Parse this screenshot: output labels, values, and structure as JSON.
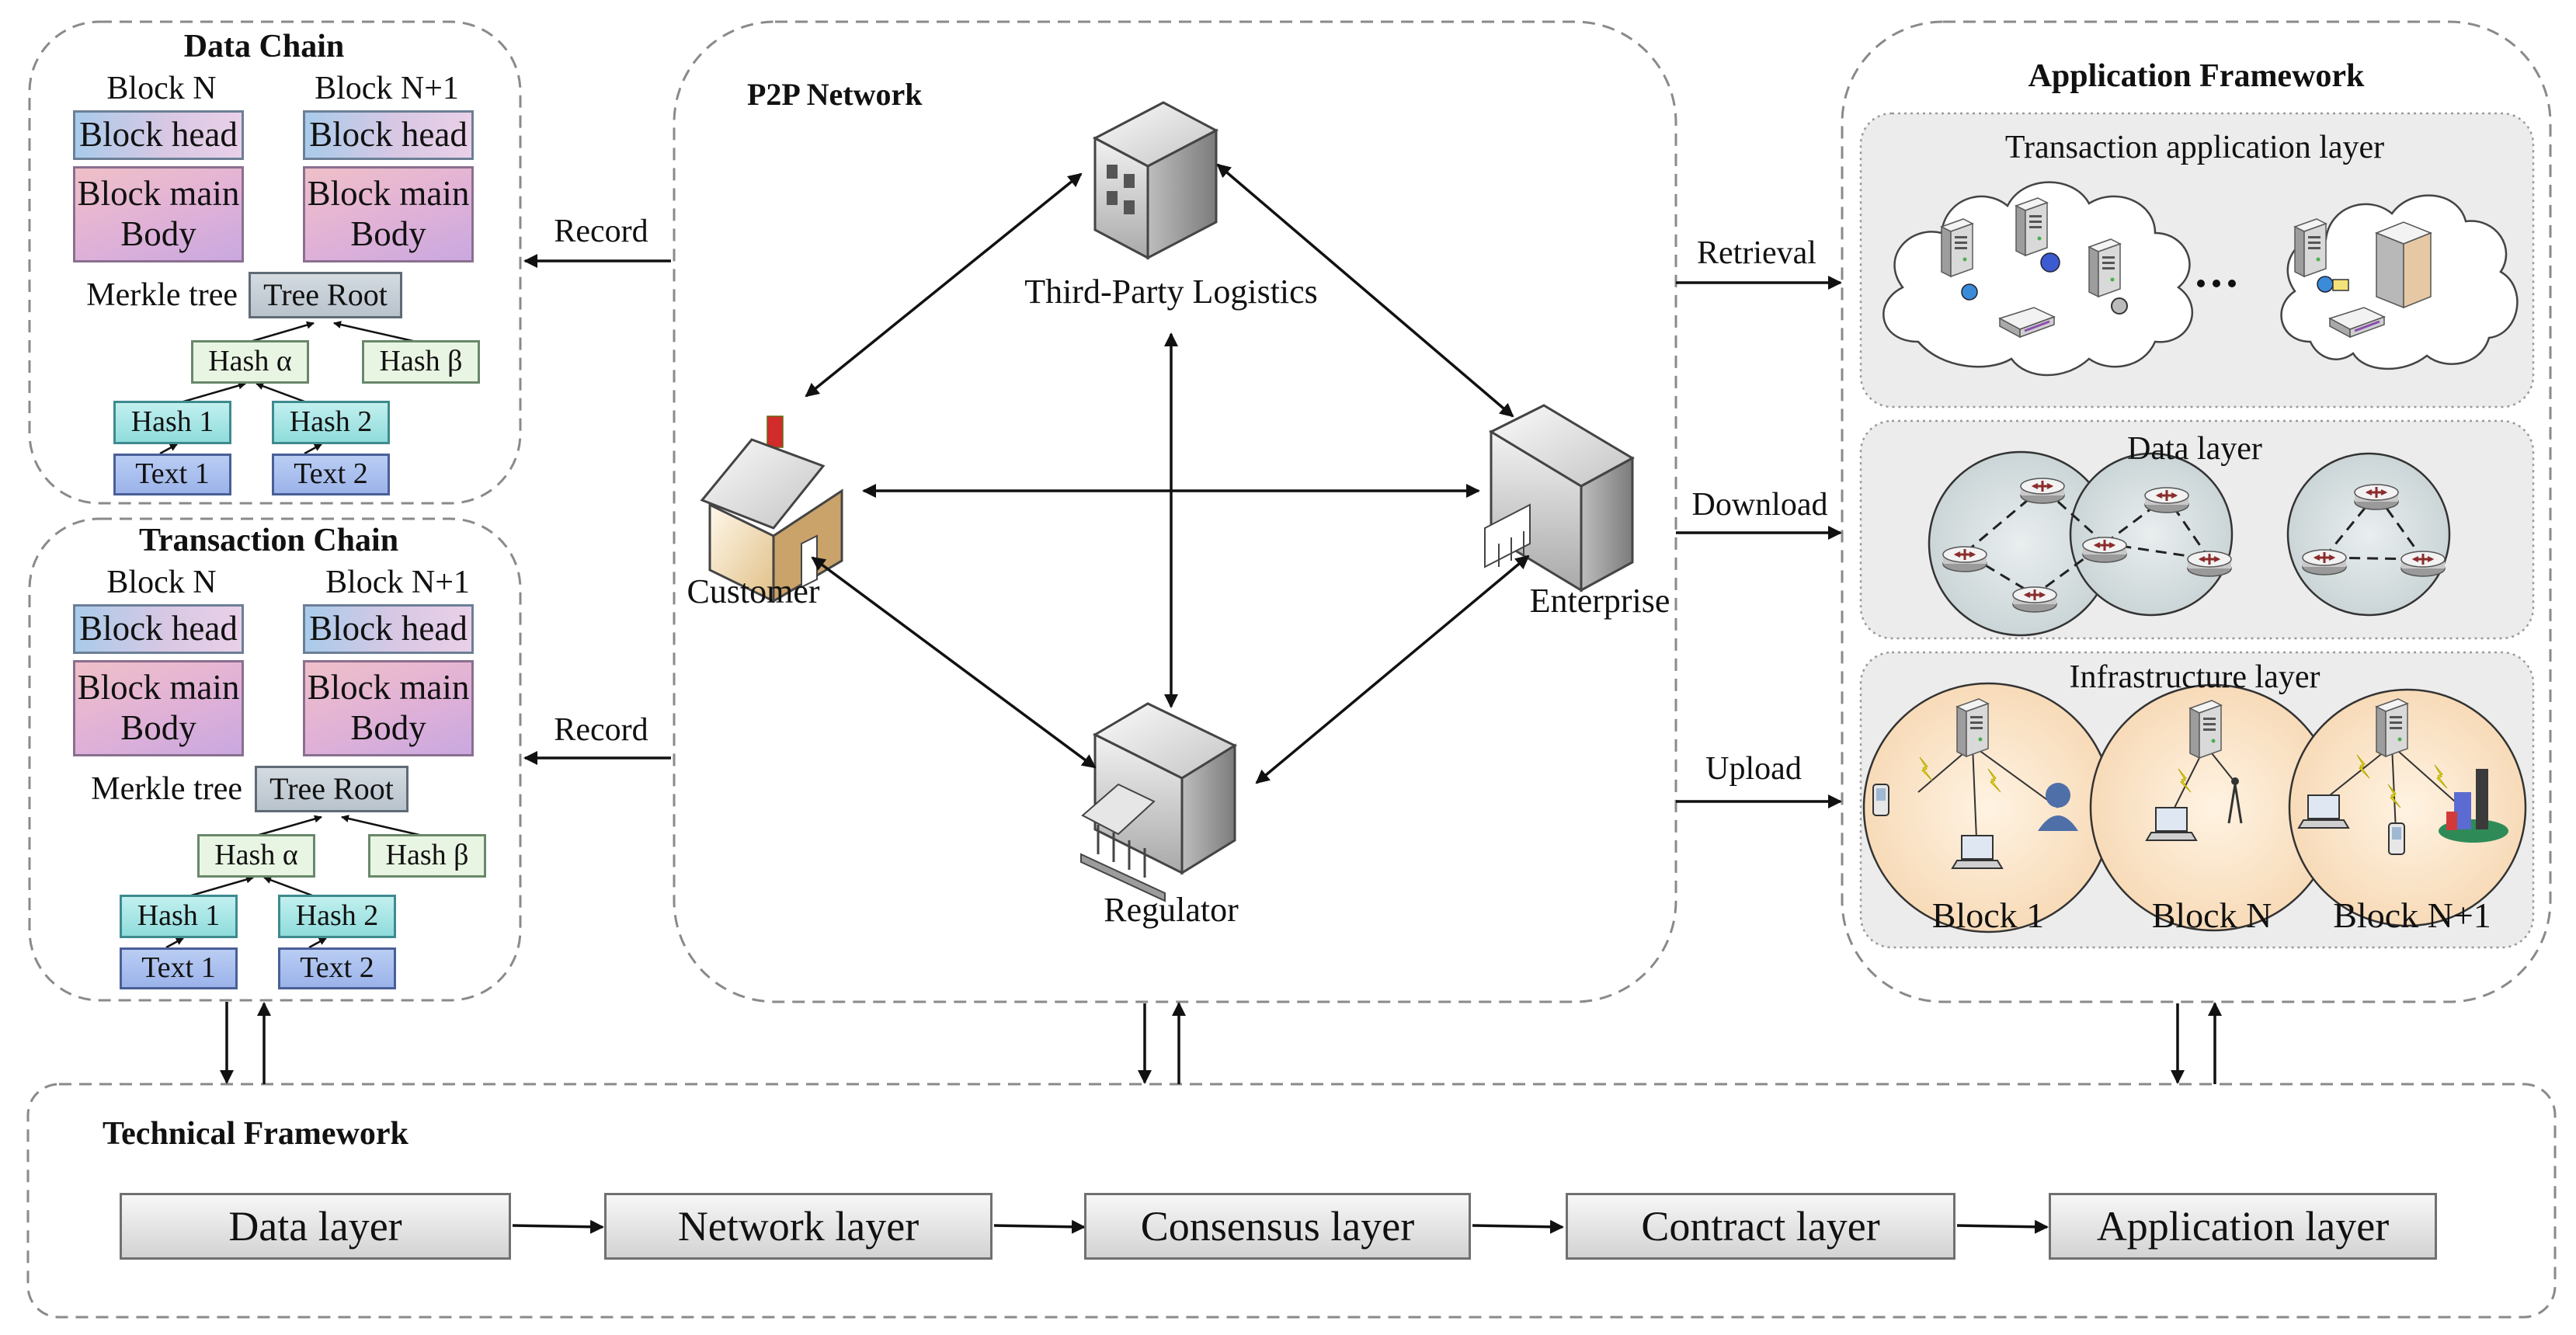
{
  "data_chain": {
    "title": "Data Chain",
    "block_n": "Block N",
    "block_n1": "Block N+1",
    "block_head": "Block head",
    "block_main": "Block main",
    "body": "Body",
    "merkle_tree": "Merkle tree",
    "tree_root": "Tree Root",
    "hash_alpha": "Hash α",
    "hash_beta": "Hash β",
    "hash_1": "Hash 1",
    "hash_2": "Hash 2",
    "text_1": "Text 1",
    "text_2": "Text 2"
  },
  "transaction_chain": {
    "title": "Transaction Chain",
    "block_n": "Block N",
    "block_n1": "Block N+1",
    "block_head": "Block head",
    "block_main": "Block main",
    "body": "Body",
    "merkle_tree": "Merkle tree",
    "tree_root": "Tree Root",
    "hash_alpha": "Hash α",
    "hash_beta": "Hash β",
    "hash_1": "Hash 1",
    "hash_2": "Hash 2",
    "text_1": "Text 1",
    "text_2": "Text 2"
  },
  "record_top": "Record",
  "record_bottom": "Record",
  "p2p": {
    "title": "P2P Network",
    "third_party": "Third-Party Logistics",
    "customer": "Customer",
    "enterprise": "Enterprise",
    "regulator": "Regulator"
  },
  "retrieval": "Retrieval",
  "download": "Download",
  "upload": "Upload",
  "app_framework": {
    "title": "Application Framework",
    "transaction_layer": "Transaction application layer",
    "ellipsis": "…",
    "data_layer": "Data layer",
    "infra_layer": "Infrastructure layer",
    "block_1": "Block 1",
    "block_n": "Block N",
    "block_n1": "Block N+1"
  },
  "tech_framework": {
    "title": "Technical Framework",
    "layers": [
      "Data layer",
      "Network layer",
      "Consensus layer",
      "Contract layer",
      "Application layer"
    ]
  },
  "icons": {
    "third_party": "office-building-icon",
    "customer": "house-icon",
    "enterprise": "factory-building-icon",
    "regulator": "bank-building-icon",
    "server": "server-icon",
    "router": "router-icon",
    "laptop": "laptop-icon",
    "user": "user-icon",
    "phone": "phone-icon",
    "antenna": "antenna-icon"
  },
  "colors": {
    "dashed_border": "#8a8a8a",
    "app_panel": "#ececec",
    "data_layer_circle": "#d3dcdd",
    "infra_circle": "#fae3c8"
  }
}
